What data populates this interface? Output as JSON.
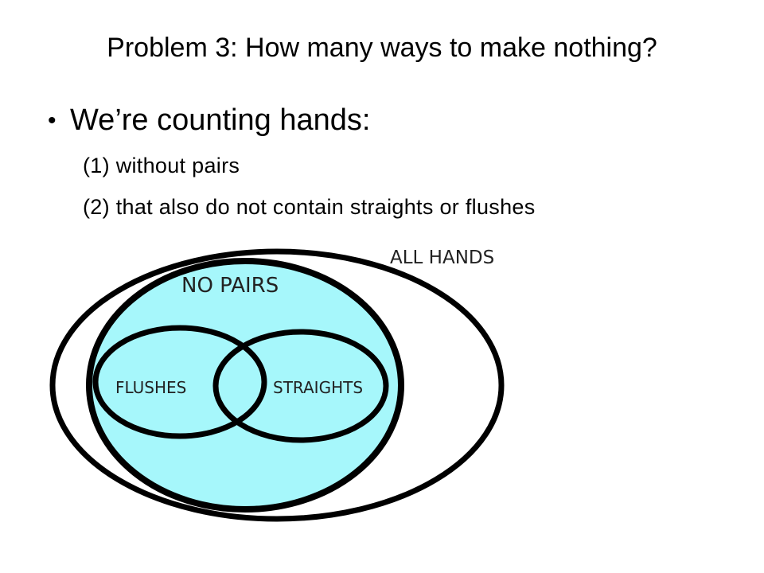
{
  "slide": {
    "title": "Problem 3: How many ways to make nothing?",
    "bullet": "We’re counting hands:",
    "items": [
      "(1) without pairs",
      "(2) that also do not contain straights or flushes"
    ]
  },
  "diagram": {
    "labels": {
      "all_hands": "ALL HANDS",
      "no_pairs": "NO PAIRS",
      "flushes": "FLUSHES",
      "straights": "STRAIGHTS"
    },
    "colors": {
      "no_pairs_fill": "#a6f7fb",
      "outline": "#000000",
      "background": "#ffffff"
    }
  }
}
